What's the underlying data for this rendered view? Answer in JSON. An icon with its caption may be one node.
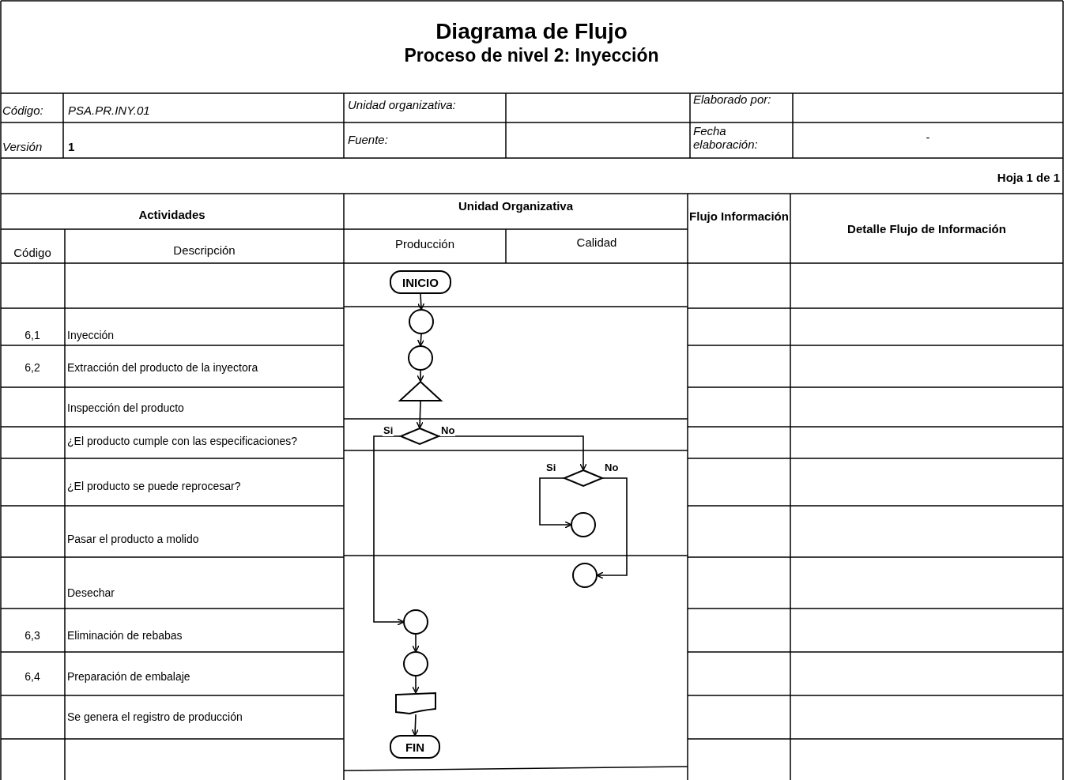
{
  "diagram": {
    "title": "Diagrama de Flujo",
    "nodes": [
      {
        "text": [
          "INICIO"
        ]
      },
      {
        "text": [],
        "shape": "circle"
      },
      {
        "text": [],
        "shape": "circle"
      },
      {
        "text": [],
        "shape": "triangle"
      },
      {
        "text": [],
        "shape": "diamond"
      },
      {
        "text": [],
        "shape": "diamond"
      },
      {
        "text": [],
        "shape": "circle"
      },
      {
        "text": [],
        "shape": "circle"
      },
      {
        "text": [],
        "shape": "circle"
      },
      {
        "text": [],
        "shape": "circle"
      },
      {
        "text": [],
        "shape": "document"
      },
      {
        "text": [
          "FIN"
        ]
      }
    ],
    "edges": [
      {
        "from": 0,
        "to": 1,
        "arrow": "to"
      },
      {
        "from": 1,
        "to": 2,
        "arrow": "to"
      },
      {
        "from": 2,
        "to": 3,
        "arrow": "to"
      },
      {
        "from": 3,
        "to": 4,
        "arrow": "to"
      },
      {
        "from": 4,
        "to": 8,
        "arrow": "to",
        "label": "Si"
      },
      {
        "from": 4,
        "to": 5,
        "arrow": "to",
        "label": "No"
      },
      {
        "from": 5,
        "to": 6,
        "arrow": "to",
        "label": "Si"
      },
      {
        "from": 5,
        "to": 7,
        "arrow": "to",
        "label": "No"
      },
      {
        "from": 8,
        "to": 9,
        "arrow": "to"
      },
      {
        "from": 9,
        "to": 10,
        "arrow": "to"
      },
      {
        "from": 10,
        "to": 11,
        "arrow": "to"
      }
    ],
    "labels": [
      "Proceso de nivel 2: Inyección",
      "Código:",
      "PSA.PR.INY.01",
      "Unidad organizativa:",
      "Elaborado por:",
      "Versión",
      "1",
      "Fuente:",
      "Fecha elaboración:",
      "-",
      "Hoja 1 de 1",
      "Actividades",
      "Unidad Organizativa",
      "Flujo Información",
      "Detalle Flujo de Información",
      "Código",
      "Descripción",
      "Producción",
      "Calidad",
      "6,1",
      "Inyección",
      "6,2",
      "Extracción del producto de la inyectora",
      "Inspección del producto",
      "¿El producto cumple con las especificaciones?",
      "¿El producto se puede reprocesar?",
      "Pasar el producto a molido",
      "Desechar",
      "6,3",
      "Eliminación de rebabas",
      "6,4",
      "Preparación de embalaje",
      "Se genera el registro de producción"
    ]
  }
}
